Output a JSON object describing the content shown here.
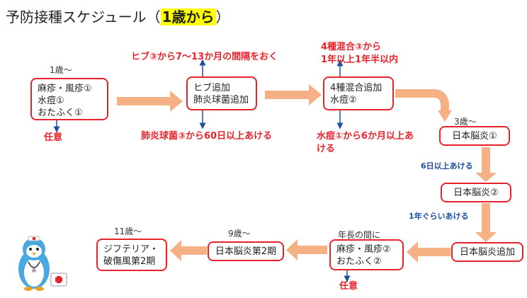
{
  "title": {
    "prefix": "予防接種スケジュール（",
    "highlight": "1歳から",
    "suffix": "）"
  },
  "boxes": {
    "b1": [
      "麻疹・風疹①",
      "水痘①",
      "おたふく①"
    ],
    "b2": [
      "ヒブ追加",
      "肺炎球菌追加"
    ],
    "b3": [
      "4種混合追加",
      "水痘②"
    ],
    "b4": [
      "日本脳炎①"
    ],
    "b5": [
      "日本脳炎②"
    ],
    "b6": [
      "日本脳炎追加"
    ],
    "b7": [
      "麻疹・風疹②",
      "おたふく②"
    ],
    "b8": [
      "日本脳炎第2期"
    ],
    "b9": [
      "ジフテリア・",
      "破傷風第2期"
    ]
  },
  "ages": {
    "a1": "1歳〜",
    "a4": "3歳〜",
    "a7": "年長の間に",
    "a8": "9歳〜",
    "a9": "11歳〜"
  },
  "notes": {
    "nin1": "任意",
    "nin2": "任意",
    "hib": "ヒブ③から7〜13か月の間隔をおく",
    "pneumo": "肺炎球菌③から60日以上あける",
    "dtp_line1": "4種混合③から",
    "dtp_line2": "1年以上1年半以内",
    "varicella_line1": "水痘①から6か月以上あ",
    "varicella_line2": "ける",
    "je_gap1": "6日以上あける",
    "je_gap2": "1年ぐらいあける"
  },
  "colors": {
    "accent_red": "#e8232b",
    "arrow_orange": "#f5b183",
    "note_blue": "#1f4fa0",
    "highlight": "#ffff00"
  },
  "icons": [
    "penguin-mascot-icon"
  ]
}
